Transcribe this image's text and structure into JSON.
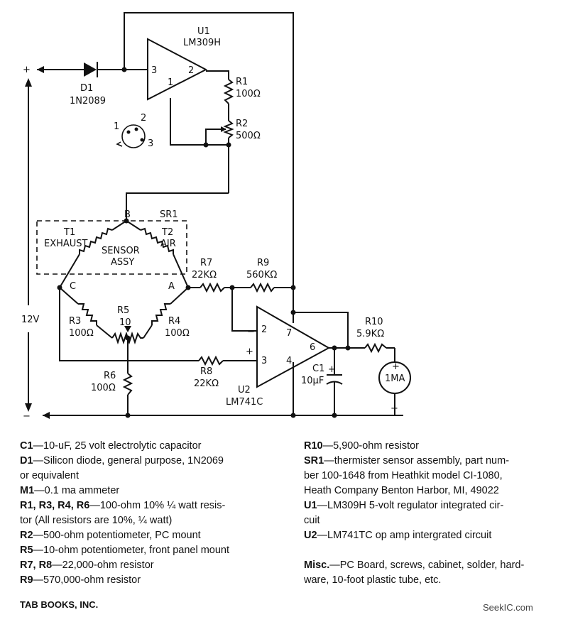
{
  "schematic": {
    "u1": {
      "ref": "U1",
      "part": "LM309H",
      "pins": [
        "3",
        "2",
        "1"
      ]
    },
    "pinout": [
      "1",
      "2",
      "3"
    ],
    "d1": {
      "ref": "D1",
      "part": "1N2089"
    },
    "r1": {
      "ref": "R1",
      "value": "100Ω"
    },
    "r2": {
      "ref": "R2",
      "value": "500Ω"
    },
    "sr1": {
      "ref": "SR1",
      "node_b": "B",
      "node_c": "C",
      "node_a": "A"
    },
    "t1": {
      "ref": "T1",
      "name": "EXHAUST"
    },
    "t2": {
      "ref": "T2",
      "name": "AIR"
    },
    "sensor": [
      "SENSOR",
      "ASSY"
    ],
    "r3": {
      "ref": "R3",
      "value": "100Ω"
    },
    "r4": {
      "ref": "R4",
      "value": "100Ω"
    },
    "r5": {
      "ref": "R5",
      "value": "10"
    },
    "r6": {
      "ref": "R6",
      "value": "100Ω"
    },
    "r7": {
      "ref": "R7",
      "value": "22KΩ"
    },
    "r8": {
      "ref": "R8",
      "value": "22KΩ"
    },
    "r9": {
      "ref": "R9",
      "value": "560KΩ"
    },
    "r10": {
      "ref": "R10",
      "value": "5.9KΩ"
    },
    "c1": {
      "ref": "C1",
      "value": "10μF",
      "polarity": "+"
    },
    "u2": {
      "ref": "U2",
      "part": "LM741C",
      "pins": [
        "2",
        "3",
        "7",
        "4",
        "6"
      ],
      "inverting": "−",
      "noninverting": "+"
    },
    "meter": {
      "label": "1MA",
      "plus": "+",
      "minus": "−"
    },
    "supply": {
      "label": "12V",
      "plus": "+",
      "minus": "−"
    }
  },
  "parts_list": {
    "left": [
      {
        "ref": "C1",
        "text": "—10-uF, 25 volt electrolytic capacitor"
      },
      {
        "ref": "D1",
        "text": "—Silicon diode, general purpose, 1N2069\nor equivalent"
      },
      {
        "ref": "M1",
        "text": "—0.1 ma ammeter"
      },
      {
        "ref": "R1, R3, R4, R6",
        "text": "—100-ohm 10% ¼ watt resis-\ntor (All resistors are 10%, ¼ watt)"
      },
      {
        "ref": "R2",
        "text": "—500-ohm potentiometer, PC mount"
      },
      {
        "ref": "R5",
        "text": "—10-ohm potentiometer, front panel mount"
      },
      {
        "ref": "R7, R8",
        "text": "—22,000-ohm resistor"
      },
      {
        "ref": "R9",
        "text": "—570,000-ohm resistor"
      }
    ],
    "right": [
      {
        "ref": "R10",
        "text": "—5,900-ohm resistor"
      },
      {
        "ref": "SR1",
        "text": "—thermister sensor assembly, part num-\nber 100-1648 from Heathkit model CI-1080,\nHeath Company Benton Harbor, MI, 49022"
      },
      {
        "ref": "U1",
        "text": "—LM309H 5-volt regulator integrated cir-\ncuit"
      },
      {
        "ref": "U2",
        "text": "—LM741TC op amp intergrated circuit"
      },
      {
        "ref": "Misc.",
        "text": "—PC Board, screws, cabinet, solder, hard-\nware, 10-foot plastic tube, etc."
      }
    ]
  },
  "publisher": "TAB BOOKS, INC.",
  "watermark": "SeekIC.com"
}
